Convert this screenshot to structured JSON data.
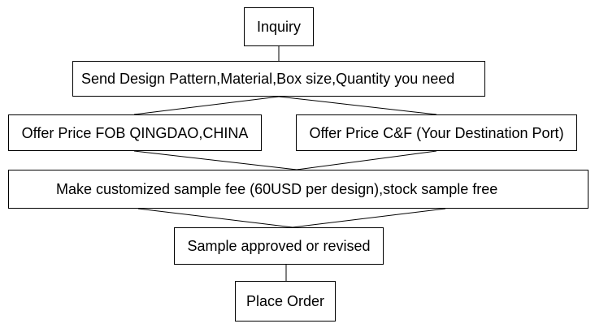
{
  "nodes": {
    "inquiry": "Inquiry",
    "send_design": "Send Design Pattern,Material,Box size,Quantity you need",
    "offer_fob": "Offer Price FOB QINGDAO,CHINA",
    "offer_cf": "Offer Price C&F (Your Destination Port)",
    "sample_fee": "Make customized sample fee (60USD per design),stock sample free",
    "sample_approved": "Sample approved or revised",
    "place_order": "Place Order"
  },
  "edges": [
    [
      "inquiry",
      "send_design"
    ],
    [
      "send_design",
      "offer_fob"
    ],
    [
      "send_design",
      "offer_cf"
    ],
    [
      "offer_fob",
      "sample_fee"
    ],
    [
      "offer_cf",
      "sample_fee"
    ],
    [
      "sample_fee",
      "sample_approved"
    ],
    [
      "sample_approved",
      "place_order"
    ]
  ],
  "colors": {
    "line": "#000000",
    "box_border": "#000000",
    "text": "#000000",
    "background": "#ffffff"
  }
}
